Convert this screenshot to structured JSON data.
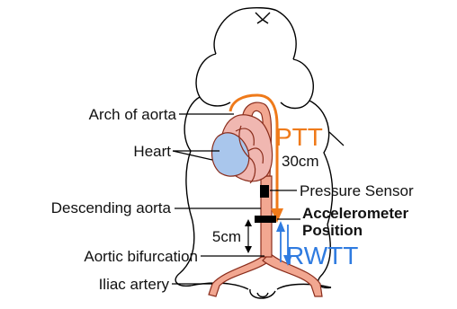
{
  "labels": {
    "arch": "Arch of aorta",
    "heart": "Heart",
    "descending": "Descending aorta",
    "bifurcation": "Aortic bifurcation",
    "iliac": "Iliac artery",
    "pressure_sensor": "Pressure Sensor",
    "accelerometer_line1": "Accelerometer",
    "accelerometer_line2": "Position",
    "ptt": "PTT",
    "ptt_distance": "30cm",
    "rwtt": "RWTT",
    "rwtt_distance": "5cm"
  },
  "colors": {
    "ptt": "#ef7a1a",
    "rwtt": "#2f7be0",
    "aorta_fill": "#f2a791",
    "aorta_stroke": "#8a2d1c",
    "heart_left": "#f0b7b1",
    "heart_right": "#a9c6ec",
    "outline": "#000000"
  }
}
